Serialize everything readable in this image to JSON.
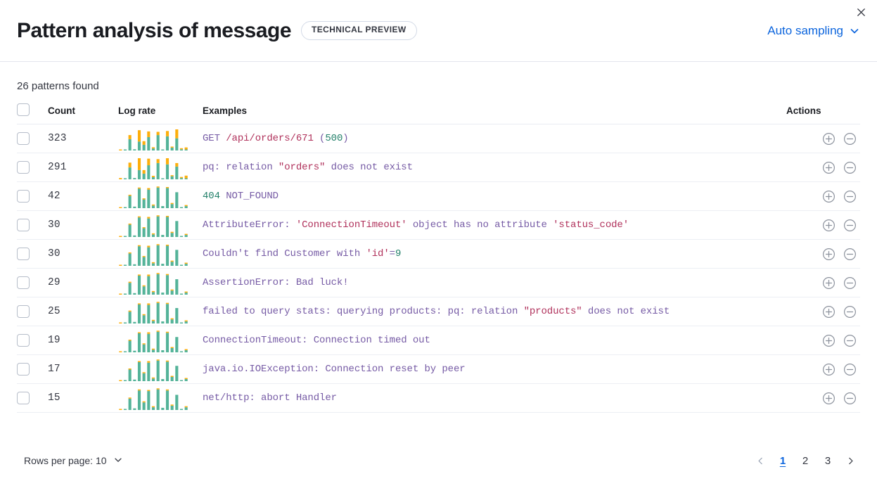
{
  "header": {
    "title": "Pattern analysis of message",
    "badge": "TECHNICAL PREVIEW",
    "sampling_label": "Auto sampling",
    "chevron_icon": "chevron-down-icon",
    "close_icon": "close-icon"
  },
  "summary": {
    "patterns_found": "26 patterns found"
  },
  "table": {
    "columns": {
      "select": "",
      "count": "Count",
      "log_rate": "Log rate",
      "examples": "Examples",
      "actions": "Actions"
    },
    "action_icons": {
      "add": "plus-circle-icon",
      "remove": "minus-circle-icon"
    },
    "rows": [
      {
        "count": "323",
        "example": "GET /api/orders/671 (500)",
        "tokens": [
          {
            "t": "GET ",
            "k": "def"
          },
          {
            "t": "/api/orders/671",
            "k": "str"
          },
          {
            "t": " (",
            "k": "def"
          },
          {
            "t": "500",
            "k": "num"
          },
          {
            "t": ")",
            "k": "def"
          }
        ],
        "sparkline": {
          "green": [
            0,
            1,
            28,
            3,
            22,
            14,
            33,
            5,
            38,
            2,
            35,
            7,
            30,
            3,
            1
          ],
          "orange": [
            2,
            0,
            10,
            0,
            28,
            9,
            14,
            3,
            8,
            0,
            13,
            1,
            22,
            2,
            5
          ]
        }
      },
      {
        "count": "291",
        "example": "pq: relation \"orders\" does not exist",
        "tokens": [
          {
            "t": "pq: relation ",
            "k": "def"
          },
          {
            "t": "\"orders\"",
            "k": "str"
          },
          {
            "t": " does not exist",
            "k": "def"
          }
        ],
        "sparkline": {
          "green": [
            0,
            1,
            27,
            3,
            21,
            13,
            32,
            5,
            37,
            2,
            34,
            7,
            29,
            3,
            1
          ],
          "orange": [
            3,
            0,
            11,
            0,
            27,
            8,
            15,
            3,
            9,
            0,
            14,
            1,
            8,
            2,
            6
          ]
        }
      },
      {
        "count": "42",
        "example": "404 NOT_FOUND",
        "tokens": [
          {
            "t": "404",
            "k": "num"
          },
          {
            "t": " NOT_FOUND",
            "k": "def"
          }
        ],
        "sparkline": {
          "green": [
            0,
            1,
            24,
            3,
            38,
            17,
            36,
            5,
            40,
            4,
            39,
            8,
            31,
            2,
            4
          ],
          "orange": [
            2,
            0,
            1,
            0,
            2,
            1,
            3,
            1,
            1,
            0,
            1,
            1,
            0,
            0,
            2
          ]
        }
      },
      {
        "count": "30",
        "example": "AttributeError: 'ConnectionTimeout' object has no attribute 'status_code'",
        "tokens": [
          {
            "t": "AttributeError: ",
            "k": "def"
          },
          {
            "t": "'ConnectionTimeout'",
            "k": "str"
          },
          {
            "t": " object has no attribute ",
            "k": "def"
          },
          {
            "t": "'status_code'",
            "k": "str"
          }
        ],
        "sparkline": {
          "green": [
            0,
            1,
            24,
            3,
            38,
            17,
            36,
            5,
            40,
            4,
            39,
            8,
            31,
            2,
            4
          ],
          "orange": [
            2,
            0,
            1,
            0,
            2,
            1,
            3,
            1,
            1,
            0,
            1,
            1,
            0,
            0,
            2
          ]
        }
      },
      {
        "count": "30",
        "example": "Couldn't find Customer with 'id'=9",
        "tokens": [
          {
            "t": "Couldn't find Customer with ",
            "k": "def"
          },
          {
            "t": "'id'",
            "k": "str"
          },
          {
            "t": "=",
            "k": "def"
          },
          {
            "t": "9",
            "k": "num"
          }
        ],
        "sparkline": {
          "green": [
            0,
            1,
            24,
            3,
            38,
            17,
            36,
            5,
            40,
            4,
            39,
            8,
            31,
            2,
            4
          ],
          "orange": [
            2,
            0,
            1,
            0,
            2,
            1,
            3,
            1,
            1,
            0,
            1,
            1,
            0,
            0,
            2
          ]
        }
      },
      {
        "count": "29",
        "example": "AssertionError: Bad luck!",
        "tokens": [
          {
            "t": "AssertionError: Bad luck!",
            "k": "def"
          }
        ],
        "sparkline": {
          "green": [
            0,
            1,
            23,
            3,
            37,
            16,
            36,
            5,
            40,
            4,
            38,
            8,
            30,
            2,
            4
          ],
          "orange": [
            2,
            0,
            1,
            0,
            2,
            1,
            3,
            1,
            1,
            0,
            1,
            1,
            0,
            0,
            2
          ]
        }
      },
      {
        "count": "25",
        "example": "failed to query stats: querying products: pq: relation \"products\" does not exist",
        "tokens": [
          {
            "t": "failed to query stats: querying products: pq: relation ",
            "k": "def"
          },
          {
            "t": "\"products\"",
            "k": "str"
          },
          {
            "t": " does not exist",
            "k": "def"
          }
        ],
        "sparkline": {
          "green": [
            0,
            1,
            23,
            3,
            37,
            16,
            36,
            5,
            40,
            4,
            38,
            8,
            30,
            2,
            4
          ],
          "orange": [
            2,
            0,
            1,
            0,
            2,
            1,
            3,
            1,
            1,
            0,
            1,
            1,
            0,
            0,
            2
          ]
        }
      },
      {
        "count": "19",
        "example": "ConnectionTimeout: Connection timed out",
        "tokens": [
          {
            "t": "ConnectionTimeout: Connection timed out",
            "k": "def"
          }
        ],
        "sparkline": {
          "green": [
            0,
            1,
            22,
            3,
            36,
            15,
            35,
            5,
            39,
            4,
            37,
            8,
            29,
            2,
            4
          ],
          "orange": [
            2,
            0,
            1,
            0,
            2,
            1,
            3,
            1,
            1,
            0,
            1,
            1,
            0,
            0,
            2
          ]
        }
      },
      {
        "count": "17",
        "example": "java.io.IOException: Connection reset by peer",
        "tokens": [
          {
            "t": "java.io.IOException: Connection reset by peer",
            "k": "def"
          }
        ],
        "sparkline": {
          "green": [
            0,
            1,
            22,
            3,
            36,
            15,
            35,
            5,
            39,
            4,
            37,
            8,
            29,
            2,
            4
          ],
          "orange": [
            2,
            0,
            1,
            0,
            2,
            1,
            3,
            1,
            1,
            0,
            1,
            1,
            0,
            0,
            2
          ]
        }
      },
      {
        "count": "15",
        "example": "net/http: abort Handler",
        "tokens": [
          {
            "t": "net/http: abort Handler",
            "k": "def"
          }
        ],
        "sparkline": {
          "green": [
            0,
            1,
            21,
            3,
            36,
            14,
            35,
            5,
            38,
            4,
            36,
            8,
            28,
            2,
            5
          ],
          "orange": [
            2,
            0,
            1,
            0,
            2,
            1,
            2,
            1,
            1,
            0,
            1,
            1,
            0,
            0,
            1
          ]
        }
      }
    ]
  },
  "footer": {
    "rows_per_page_label": "Rows per page: 10",
    "rows_chevron_icon": "chevron-down-icon",
    "prev_icon": "chevron-left-icon",
    "next_icon": "chevron-right-icon",
    "pages": [
      "1",
      "2",
      "3"
    ],
    "active_page": "1"
  },
  "colors": {
    "accent": "#0b64dd",
    "bar_green": "#54b399",
    "bar_orange": "#fdae0b",
    "token_default": "#765ba5",
    "token_string": "#b0315b",
    "token_number": "#23806a"
  }
}
